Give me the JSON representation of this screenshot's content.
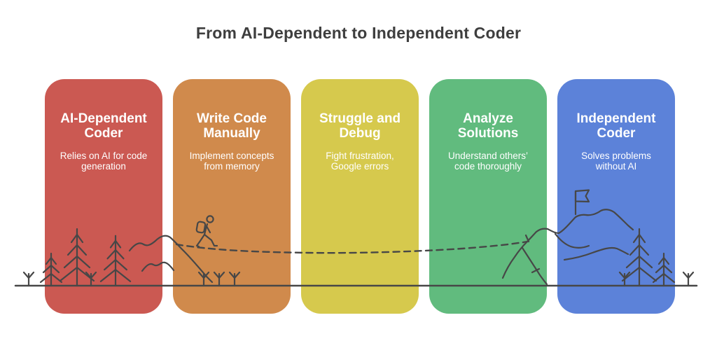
{
  "title": "From AI-Dependent to Independent Coder",
  "colors": {
    "background": "#FFFFFF",
    "title_text": "#3E3E3E",
    "card_text": "#FFFFFF"
  },
  "stages": [
    {
      "title": "AI-Dependent\nCoder",
      "description": "Relies on AI for code\ngeneration",
      "color": "#CB5952"
    },
    {
      "title": "Write Code\nManually",
      "description": "Implement concepts\nfrom memory",
      "color": "#D08A4C"
    },
    {
      "title": "Struggle and\nDebug",
      "description": "Fight frustration,\nGoogle errors",
      "color": "#D6C94D"
    },
    {
      "title": "Analyze\nSolutions",
      "description": "Understand others’\ncode thoroughly",
      "color": "#61BB7E"
    },
    {
      "title": "Independent\nCoder",
      "description": "Solves problems\nwithout AI",
      "color": "#5C82D9"
    }
  ],
  "illustration": {
    "line_color": "#474747",
    "elements": [
      "ground-line",
      "shrub",
      "pine-tree",
      "hill",
      "foothill",
      "hiker",
      "dashed-trail",
      "mountain",
      "summit-flag"
    ]
  }
}
